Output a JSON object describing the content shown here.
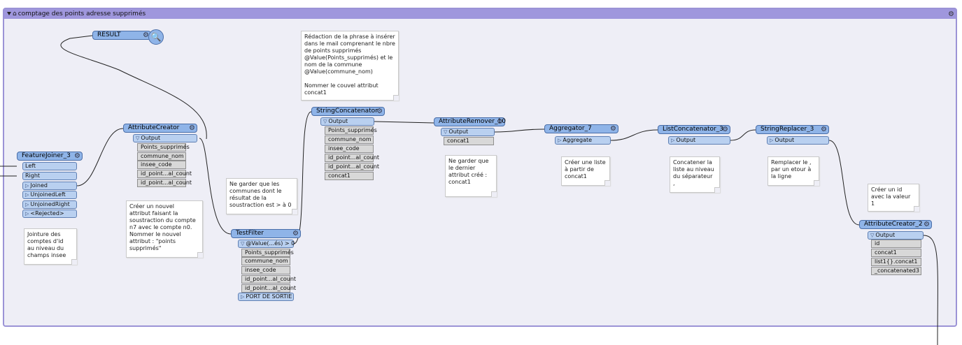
{
  "bookmark": {
    "title": "comptage des points adresse supprimés",
    "color": "#9f97dd"
  },
  "transformers": {
    "result": {
      "label": "RESULT"
    },
    "feature_joiner": {
      "label": "FeatureJoiner_3",
      "ports": [
        "Left",
        "Right",
        "Joined",
        "UnjoinedLeft",
        "UnjoinedRight",
        "<Rejected>"
      ]
    },
    "attribute_creator": {
      "label": "AttributeCreator",
      "port": "Output",
      "attrs": [
        "Points_supprimés",
        "commune_nom",
        "insee_code",
        "id_point...al_count",
        "id_point...al_count"
      ]
    },
    "test_filter": {
      "label": "TestFilter",
      "port": "@Value(...és) > 0",
      "attrs": [
        "Points_supprimés",
        "commune_nom",
        "insee_code",
        "id_point...al_count",
        "id_point...al_count"
      ],
      "port2": "PORT DE SORTIE"
    },
    "string_concatenator": {
      "label": "StringConcatenator",
      "port": "Output",
      "attrs": [
        "Points_supprimés",
        "commune_nom",
        "insee_code",
        "id_point...al_count",
        "id_point...al_count",
        "concat1"
      ]
    },
    "attribute_remover": {
      "label": "AttributeRemover_10",
      "port": "Output",
      "attrs": [
        "concat1"
      ]
    },
    "aggregator": {
      "label": "Aggregator_7",
      "port": "Aggregate"
    },
    "list_concatenator": {
      "label": "ListConcatenator_3",
      "port": "Output"
    },
    "string_replacer": {
      "label": "StringReplacer_3",
      "port": "Output"
    },
    "attribute_creator_2": {
      "label": "AttributeCreator_2",
      "port": "Output",
      "attrs": [
        "id",
        "concat1",
        "list1{}.concat1",
        "_concatenated3"
      ]
    }
  },
  "notes": {
    "jointure": "Jointure des\ncomptes d'id\nau niveau du\nchamps insee",
    "creer_attribut": "Créer un nouvel\nattribut faisant la\nsoustraction du compte\nn7 avec le compte n0.\nNommer le nouvel\nattribut : \"points\nsupprimés\"",
    "garder_communes": "Ne garder que les\ncommunes dont le\nrésultat de la\nsoustraction est > à 0",
    "redaction": "Rédaction de la phrase à insérer\ndans le mail comprenant le nbre\nde points supprimés\n@Value(Points_supprimés) et le\nnom de la commune\n@Value(commune_nom)\n\nNommer le couvel attribut\nconcat1",
    "garder_dernier": "Ne garder que\nle dernier\nattribut créé :\nconcat1",
    "creer_liste": "Créer une liste\nà partir de\nconcat1",
    "concatener": "Concatener la\nliste au niveau\ndu séparateur\n,",
    "remplacer": "Remplacer le ,\npar un etour à\nla ligne",
    "creer_id": "Créer un id\navec la valeur\n1"
  },
  "colors": {
    "node": "#8fb4e8",
    "port": "#b9d0f0",
    "attr": "#d8d8d8",
    "canvas": "#eeeef6",
    "wire": "#222222"
  },
  "icons": {
    "gear": "gear-icon",
    "inspect": "magnifier-icon",
    "collapse": "collapse-triangle-icon",
    "bookmark": "bookmark-home-icon"
  }
}
